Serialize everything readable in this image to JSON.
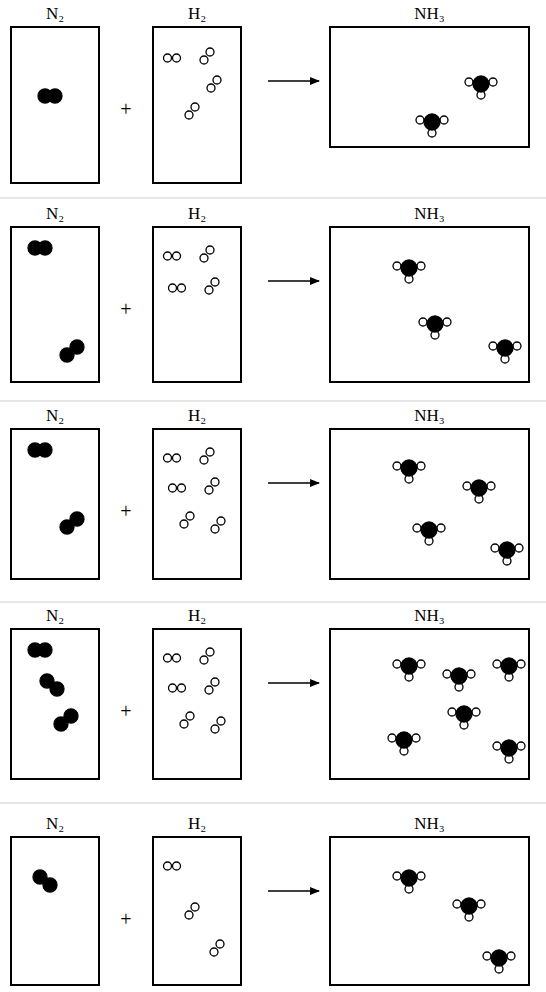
{
  "diagram": {
    "nodes": [
      {
        "text": [
          "N₂"
        ]
      },
      {
        "text": [
          "H₂"
        ]
      },
      {
        "text": [
          "NH₃"
        ]
      },
      {
        "text": [
          "N₂"
        ]
      },
      {
        "text": [
          "H₂"
        ]
      },
      {
        "text": [
          "NH₃"
        ]
      },
      {
        "text": [
          "N₂"
        ]
      },
      {
        "text": [
          "H₂"
        ]
      },
      {
        "text": [
          "NH₃"
        ]
      },
      {
        "text": [
          "N₂"
        ]
      },
      {
        "text": [
          "H₂"
        ]
      },
      {
        "text": [
          "NH₃"
        ]
      },
      {
        "text": [
          "N₂"
        ]
      },
      {
        "text": [
          "H₂"
        ]
      },
      {
        "text": [
          "NH₃"
        ]
      }
    ],
    "edges": [
      {
        "from": 1,
        "to": 2,
        "arrow": "to"
      },
      {
        "from": 4,
        "to": 5,
        "arrow": "to"
      },
      {
        "from": 7,
        "to": 8,
        "arrow": "to"
      },
      {
        "from": 10,
        "to": 11,
        "arrow": "to"
      },
      {
        "from": 13,
        "to": 14,
        "arrow": "to"
      }
    ],
    "labels": [
      "+",
      "+",
      "+",
      "+",
      "+"
    ]
  }
}
